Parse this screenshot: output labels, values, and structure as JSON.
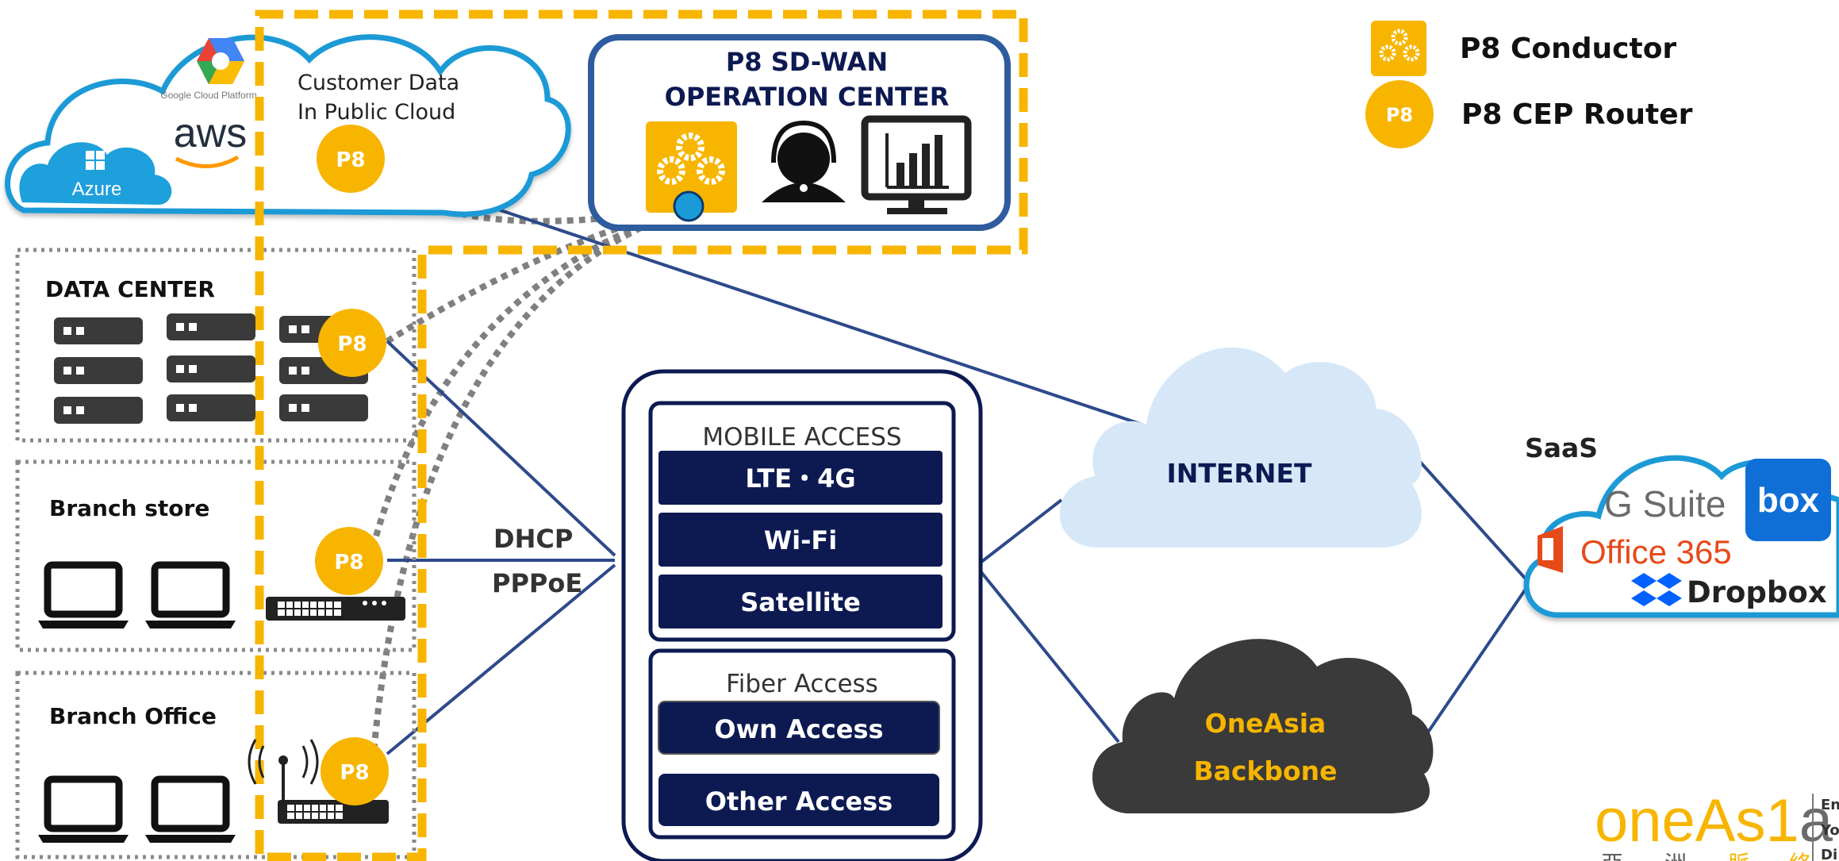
{
  "colors": {
    "yellow": "#f7b500",
    "navy": "#0d1a52",
    "cloud_blue": "#d6e8f8",
    "backbone_dark": "#3a3a3a",
    "link_blue": "#2d4a8a",
    "saas_blue": "#1a9ad6"
  },
  "legend": {
    "conductor_label": "P8 Conductor",
    "router_label": "P8 CEP Router",
    "router_icon_text": "P8"
  },
  "public_cloud": {
    "google_label": "Google Cloud Platform",
    "aws_label": "aws",
    "azure_label": "Azure",
    "title_line1": "Customer Data",
    "title_line2": "In Public Cloud",
    "router_text": "P8"
  },
  "operation_center": {
    "title_line1": "P8 SD-WAN",
    "title_line2": "OPERATION CENTER",
    "icons": [
      "gears-icon",
      "support-agent-icon",
      "monitor-chart-icon"
    ]
  },
  "data_center": {
    "title": "DATA CENTER",
    "router_text": "P8"
  },
  "branch_store": {
    "title": "Branch store",
    "router_text": "P8"
  },
  "branch_office": {
    "title": "Branch Office",
    "router_text": "P8"
  },
  "wan_labels": {
    "dhcp": "DHCP",
    "pppoe": "PPPoE"
  },
  "access": {
    "mobile_title": "MOBILE ACCESS",
    "mobile_items": [
      "LTE・4G",
      "Wi-Fi",
      "Satellite"
    ],
    "fiber_title": "Fiber Access",
    "fiber_items": [
      "Own Access",
      "Other Access"
    ]
  },
  "internet": {
    "label": "INTERNET"
  },
  "backbone": {
    "line1": "OneAsia",
    "line2": "Backbone"
  },
  "saas": {
    "title": "SaaS",
    "gsuite": "G Suite",
    "box": "box",
    "office": "Office 365",
    "dropbox": "Dropbox"
  },
  "brand": {
    "logo_part1": "oneAs",
    "logo_part2": "1",
    "logo_part3": "a",
    "cjk": [
      "亞",
      "洲",
      "脈",
      "絡"
    ],
    "tagline": [
      "En",
      "Yo",
      "Di"
    ]
  }
}
